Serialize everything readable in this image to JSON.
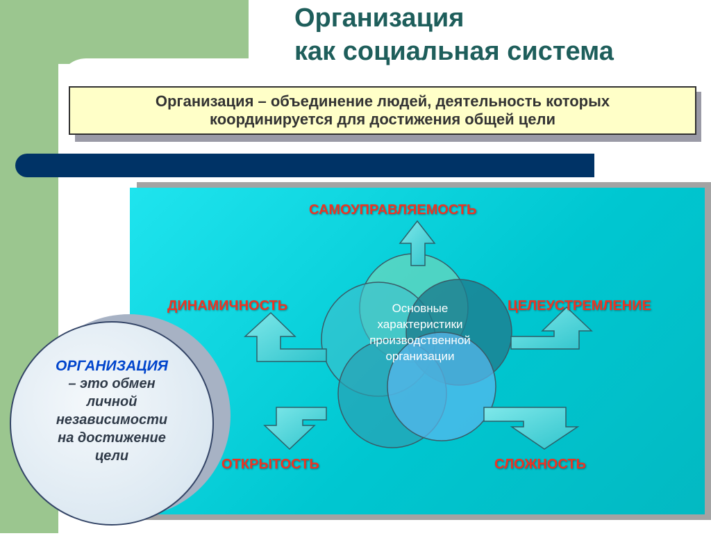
{
  "title": {
    "line1": "Организация",
    "line2": "как социальная система"
  },
  "definition": {
    "line1": "Организация – объединение людей, деятельность которых",
    "line2": "координируется для достижения общей цели"
  },
  "diagram": {
    "center": {
      "line1": "Основные",
      "line2": "характеристики",
      "line3": "производственной",
      "line4": "организации"
    },
    "characteristics": {
      "top": "САМОУПРАВЛЯЕМОСТЬ",
      "left": "ДИНАМИЧНОСТЬ",
      "right": "ЦЕЛЕУСТРЕМЛЕНИЕ",
      "bottom_left": "ОТКРЫТОСТЬ",
      "bottom_right": "СЛОЖНОСТЬ"
    }
  },
  "side_circle": {
    "heading": "ОРГАНИЗАЦИЯ",
    "line1": "– это обмен",
    "line2": "личной",
    "line3": "независимости",
    "line4": "на достижение",
    "line5": "цели"
  },
  "colors": {
    "title": "#1e5e5b",
    "accent_green": "#9bc68f",
    "definition_bg": "#ffffc8",
    "bar": "#003366",
    "panel": "#00c7d1",
    "label_red": "#ee3322",
    "circle_heading": "#0044cc"
  }
}
